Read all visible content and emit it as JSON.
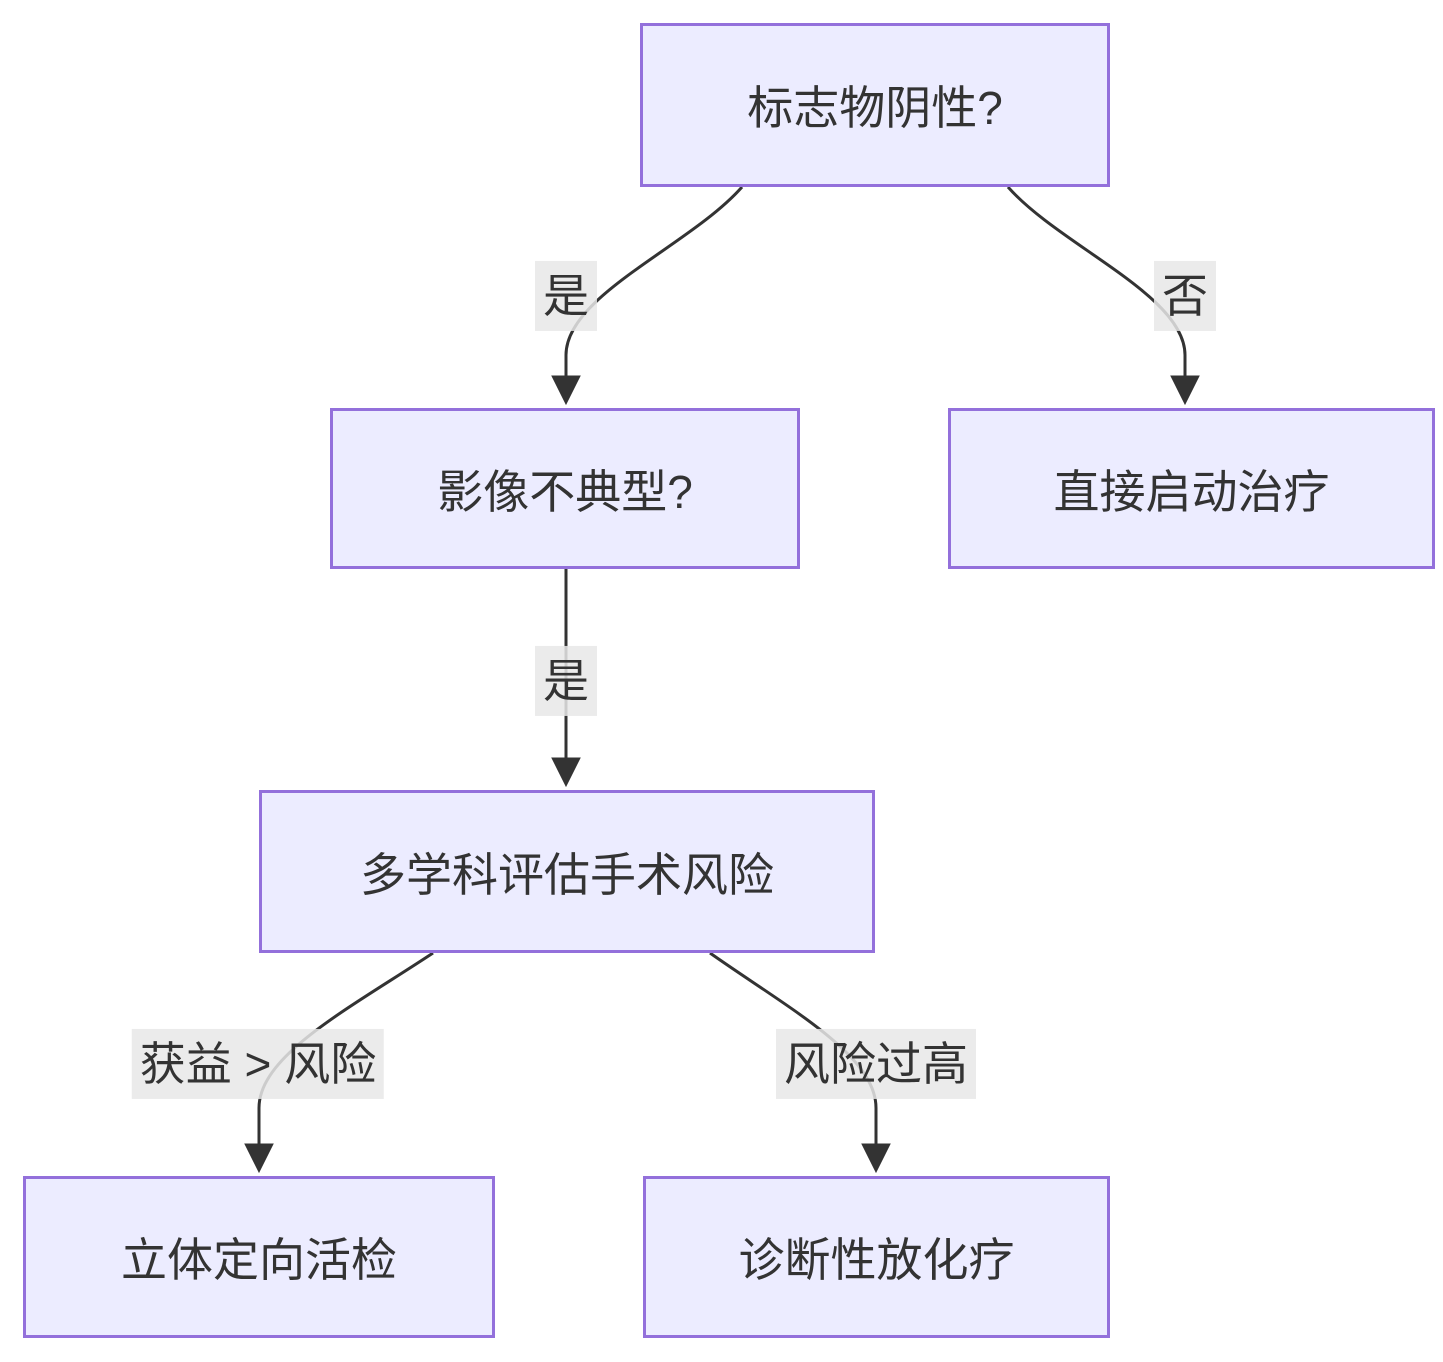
{
  "diagram": {
    "type": "flowchart",
    "direction": "top-down",
    "nodes": [
      {
        "id": "A",
        "label": "标志物阴性?"
      },
      {
        "id": "B",
        "label": "影像不典型?"
      },
      {
        "id": "C",
        "label": "直接启动治疗"
      },
      {
        "id": "D",
        "label": "多学科评估手术风险"
      },
      {
        "id": "E",
        "label": "立体定向活检"
      },
      {
        "id": "F",
        "label": "诊断性放化疗"
      }
    ],
    "edges": [
      {
        "from": "A",
        "to": "B",
        "label": "是"
      },
      {
        "from": "A",
        "to": "C",
        "label": "否"
      },
      {
        "from": "B",
        "to": "D",
        "label": "是"
      },
      {
        "from": "D",
        "to": "E",
        "label": "获益 > 风险"
      },
      {
        "from": "D",
        "to": "F",
        "label": "风险过高"
      }
    ],
    "colors": {
      "node_fill": "#ECECFF",
      "node_border": "#9370DB",
      "edge_stroke": "#333333",
      "text": "#333333",
      "edge_label_bg": "#E8E8E8",
      "background": "#FFFFFF"
    }
  }
}
